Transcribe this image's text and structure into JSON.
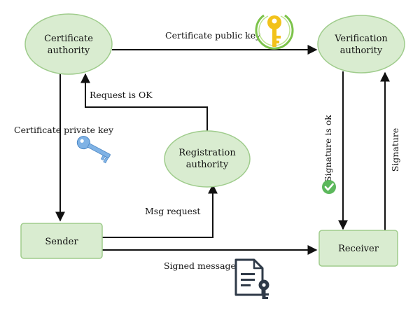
{
  "nodes": {
    "certificate_authority": {
      "line1": "Certificate",
      "line2": "authority"
    },
    "verification_authority": {
      "line1": "Verification",
      "line2": "authority"
    },
    "registration_authority": {
      "line1": "Registration",
      "line2": "authority"
    },
    "sender": {
      "label": "Sender"
    },
    "receiver": {
      "label": "Receiver"
    }
  },
  "edges": {
    "certificate_public_key": "Certificate public key",
    "request_is_ok": "Request is OK",
    "certificate_private_key": "Certificate private key",
    "msg_request": "Msg request",
    "signed_message": "Signed message",
    "signature_is_ok": "Signature is ok",
    "signature": "Signature"
  },
  "colors": {
    "node_fill": "#d9ecd0",
    "node_stroke": "#9fcc8c",
    "edge": "#111111",
    "public_key_icon": "#f2c21b",
    "private_key_icon": "#7fb2e5",
    "check_icon": "#5cb85c",
    "document_icon": "#2f3a48"
  },
  "icons": {
    "public_key": "key-icon",
    "private_key": "key-icon",
    "signature_ok": "check-circle-icon",
    "signed_document": "document-key-icon"
  }
}
